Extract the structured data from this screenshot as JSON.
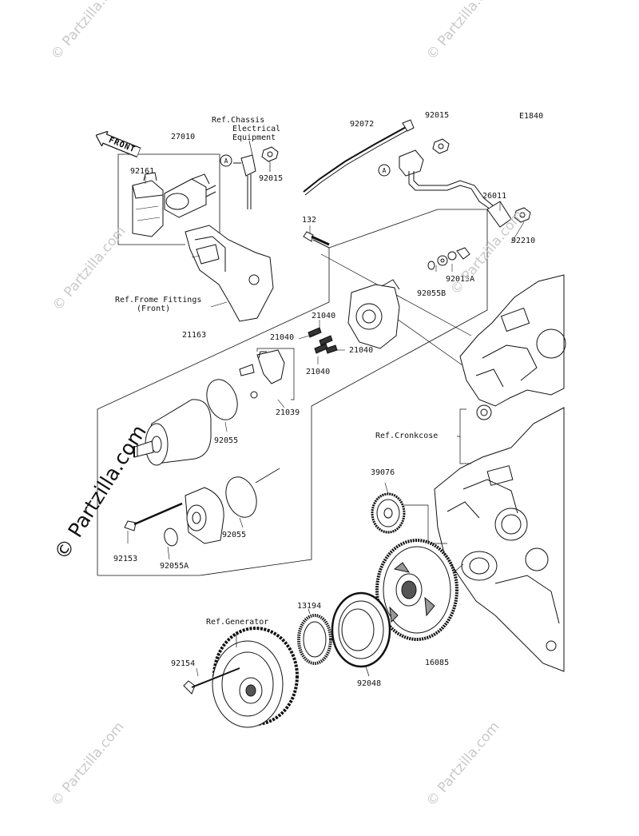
{
  "diagram_code": "E1840",
  "front_label": "FRONT",
  "callout": "A",
  "watermark": "© Partzilla.com",
  "refs": {
    "chassis_line1": "Ref.Chassis",
    "chassis_line2": "Electrical",
    "chassis_line3": "Equipment",
    "frame_line1": "Ref.Frome Fittings",
    "frame_line2": "(Front)",
    "crankcase": "Ref.Cronkcose",
    "generator": "Ref.Generator"
  },
  "parts": {
    "p27010": "27010",
    "p92161": "92161",
    "p92015_top": "92015",
    "p92015_mid": "92015",
    "p92072": "92072",
    "p26011": "26011",
    "p92210": "92210",
    "p132": "132",
    "p92015A": "92015A",
    "p92055B": "92055B",
    "p21163": "21163",
    "p21040_a": "21040",
    "p21040_b": "21040",
    "p21040_c": "21040",
    "p21040_d": "21040",
    "p21039": "21039",
    "p92055_a": "92055",
    "p92055_b": "92055",
    "p92153": "92153",
    "p92055A": "92055A",
    "p39076": "39076",
    "p13194": "13194",
    "p92154": "92154",
    "p92048": "92048",
    "p16085": "16085"
  }
}
